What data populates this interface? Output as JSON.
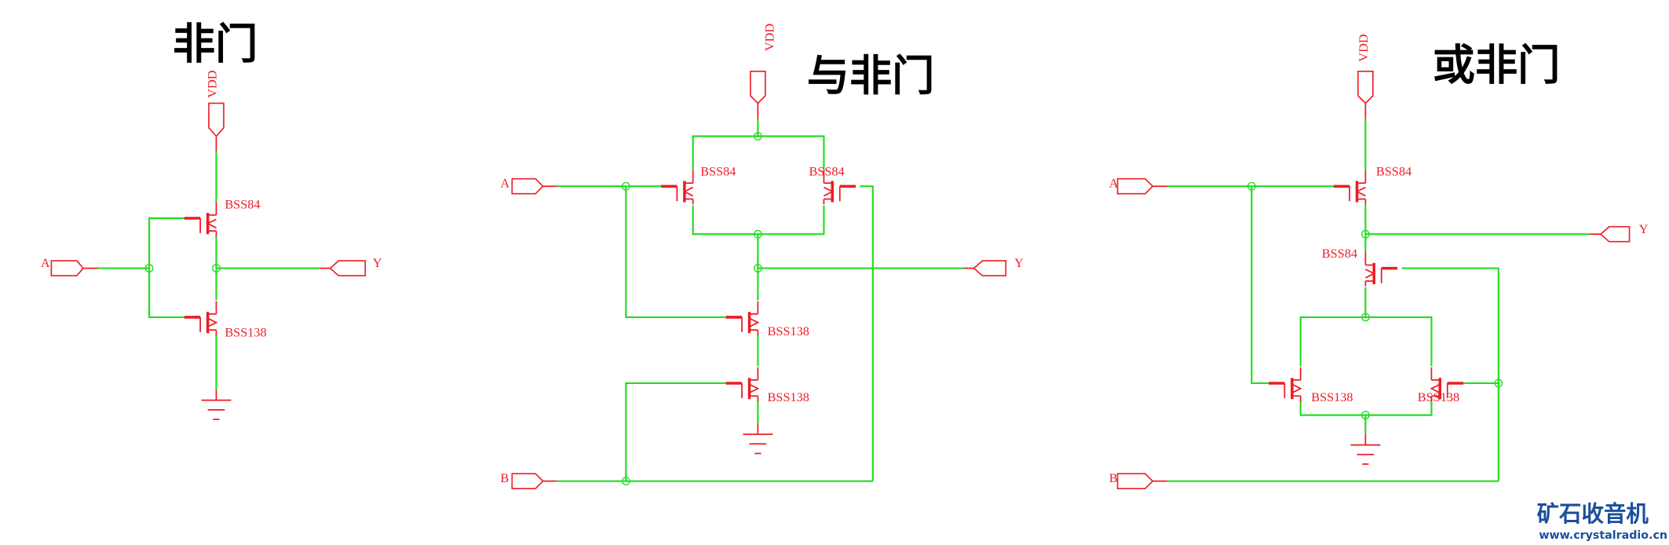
{
  "colors": {
    "wire": "#22dd22",
    "component": "#ee1c24",
    "watermark": "#1a4f9c"
  },
  "not_gate": {
    "title": "非门",
    "vdd": "VDD",
    "input_a": "A",
    "output_y": "Y",
    "pmos": "BSS84",
    "nmos": "BSS138"
  },
  "nand_gate": {
    "title": "与非门",
    "vdd": "VDD",
    "input_a": "A",
    "input_b": "B",
    "output_y": "Y",
    "pmos1": "BSS84",
    "pmos2": "BSS84",
    "nmos1": "BSS138",
    "nmos2": "BSS138"
  },
  "nor_gate": {
    "title": "或非门",
    "vdd": "VDD",
    "input_a": "A",
    "input_b": "B",
    "output_y": "Y",
    "pmos1": "BSS84",
    "pmos2": "BSS84",
    "nmos1": "BSS138",
    "nmos2": "BSS138"
  },
  "watermark": {
    "name": "矿石收音机",
    "url": "www.crystalradio.cn"
  }
}
